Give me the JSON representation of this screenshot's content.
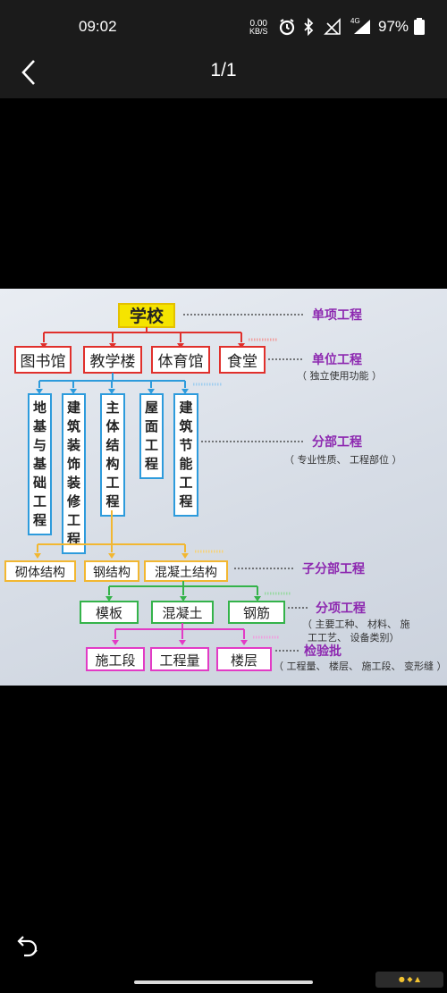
{
  "status_bar": {
    "time": "09:02",
    "net_speed_value": "0.00",
    "net_speed_unit": "KB/S",
    "network_type": "4G",
    "battery": "97%"
  },
  "viewer": {
    "page_indicator": "1/1"
  },
  "diagram": {
    "root": "学校",
    "units": [
      "图书馆",
      "教学楼",
      "体育馆",
      "食堂"
    ],
    "divisions": [
      "地基与基础工程",
      "建筑装饰装修工程",
      "主体结构工程",
      "屋面工程",
      "建筑节能工程"
    ],
    "subdivisions": [
      "砌体结构",
      "钢结构",
      "混凝土结构"
    ],
    "items": [
      "模板",
      "混凝土",
      "钢筋"
    ],
    "batches": [
      "施工段",
      "工程量",
      "楼层"
    ],
    "levels": [
      {
        "name": "单项工程",
        "note": ""
      },
      {
        "name": "单位工程",
        "note": "（ 独立使用功能 ）"
      },
      {
        "name": "分部工程",
        "note": "（ 专业性质、 工程部位 ）"
      },
      {
        "name": "子分部工程",
        "note": ""
      },
      {
        "name": "分项工程",
        "note": "（ 主要工种、 材料、 施工工艺、 设备类别）"
      },
      {
        "name": "检验批",
        "note": "（ 工程量、 楼层、 施工段、 变形缝 ）"
      }
    ],
    "colors": {
      "root_fill": "#f5e400",
      "unit": "#e0302c",
      "division": "#2d9bdc",
      "subdivision": "#f2b731",
      "item": "#34b34a",
      "batch": "#e23bc5",
      "level_label": "#8d28b0"
    }
  }
}
